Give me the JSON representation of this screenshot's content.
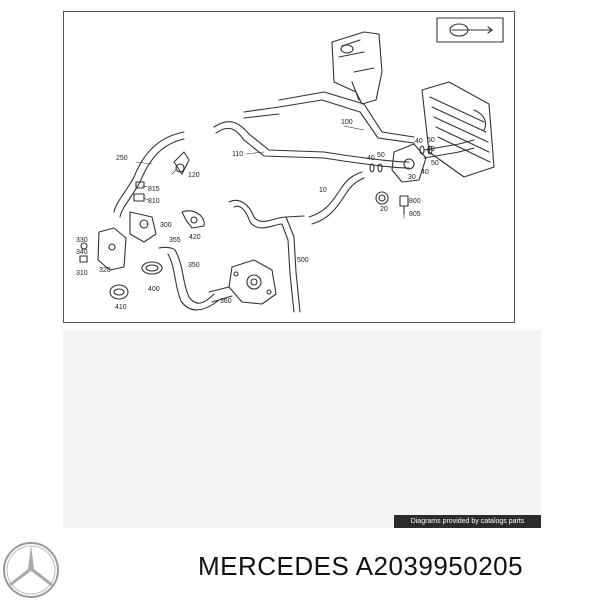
{
  "diagram": {
    "symbol_icon": "oval-arrow-icon",
    "part_labels": {
      "p100": "100",
      "p110": "110",
      "p250": "250",
      "p120": "120",
      "p815": "815",
      "p810": "810",
      "p300": "300",
      "p420": "420",
      "p355": "355",
      "p330": "330",
      "p340": "340",
      "p310": "310",
      "p320": "320",
      "p350": "350",
      "p400": "400",
      "p410": "410",
      "p360": "360",
      "p500": "500",
      "p10": "10",
      "p20": "20",
      "p40a": "40",
      "p50a": "50",
      "p40b": "40",
      "p50b": "50",
      "p40c": "40",
      "p50c": "50",
      "p30": "30",
      "p40d": "40",
      "p800": "800",
      "p805": "805"
    }
  },
  "credit": "Diagrams provided by catalogs parts",
  "footer": {
    "logo_icon": "mercedes-star-icon",
    "brand": "MERCEDES",
    "part_number": "A2039950205"
  }
}
